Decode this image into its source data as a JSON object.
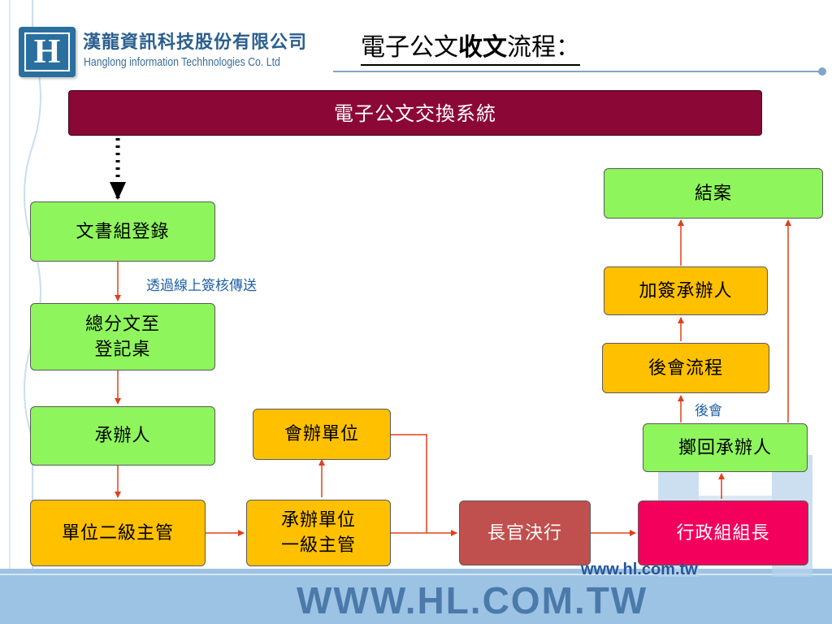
{
  "header": {
    "logo_letter": "H",
    "company_name_cn": "漢龍資訊科技股份有限公司",
    "company_name_en": "Hanglong information Techhnologies Co. Ltd",
    "title_prefix": "電子公文",
    "title_bold": "收文",
    "title_suffix": "流程："
  },
  "system_bar": {
    "label": "電子公文交換系統"
  },
  "nodes": {
    "registration": "文書組登錄",
    "dispatch_line1": "總分文至",
    "dispatch_line2": "登記桌",
    "handler": "承辦人",
    "unit_supervisor": "單位二級主管",
    "unit_chief_line1": "承辦單位",
    "unit_chief_line2": "一級主管",
    "co_review_unit": "會辦單位",
    "decision": "長官決行",
    "admin_leader": "行政組組長",
    "return_handler": "擲回承辦人",
    "post_review": "後會流程",
    "co_sign_handler": "加簽承辦人",
    "close_case": "結案"
  },
  "notes": {
    "online_transfer": "透過線上簽核傳送",
    "post_review_label": "後會"
  },
  "footer": {
    "url_small": "www.hl.com.tw",
    "url_big": "WWW.HL.COM.TW"
  },
  "colors": {
    "system_bar": "#8b0836",
    "green_box": "#8ef55c",
    "orange_box": "#ffc000",
    "decision_box": "#c0504d",
    "leader_box": "#f2005c",
    "arrow": "#e0401a",
    "footer_band": "#9cc3e4"
  }
}
